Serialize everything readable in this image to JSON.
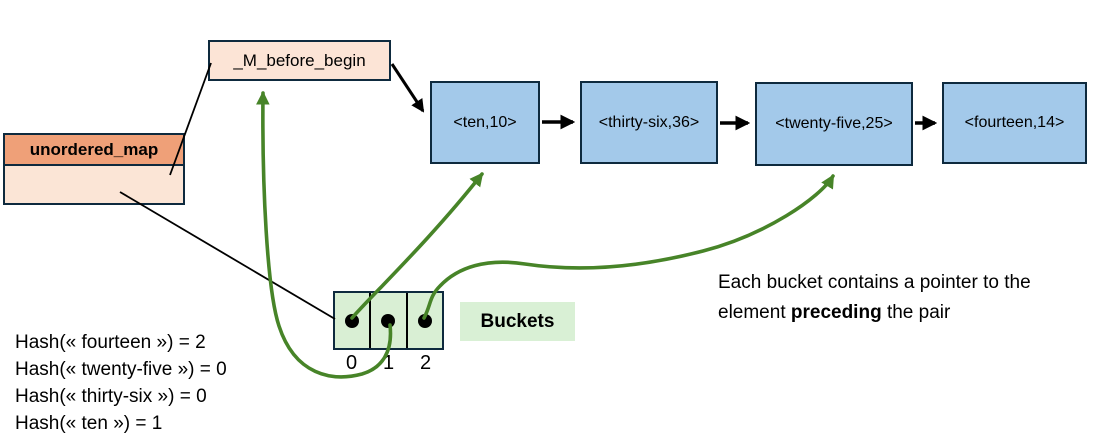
{
  "unordered_map": {
    "title": "unordered_map"
  },
  "before_begin": {
    "label": "_M_before_begin"
  },
  "nodes": [
    {
      "label": "<ten,10>"
    },
    {
      "label": "<thirty-six,36>"
    },
    {
      "label": "<twenty-five,25>"
    },
    {
      "label": "<fourteen,14>"
    }
  ],
  "buckets": {
    "label": "Buckets",
    "indices": [
      "0",
      "1",
      "2"
    ]
  },
  "caption": {
    "line1": "Each bucket contains a pointer to the",
    "line2_prefix": "element ",
    "line2_bold": "preceding",
    "line2_suffix": " the pair"
  },
  "hash_lines": [
    "Hash(« fourteen ») = 2",
    "Hash(« twenty-five ») = 0",
    "Hash(« thirty-six ») = 0",
    "Hash(« ten ») = 1"
  ],
  "colors": {
    "node_fill": "#a3c9ea",
    "node_border": "#0e2a3e",
    "map_header_fill": "#efa078",
    "map_body_fill": "#fbe5d6",
    "before_begin_fill": "#fce4d6",
    "bucket_fill": "#d9efd4",
    "buckets_label_fill": "#d9f0d5",
    "arrow_green": "#478428",
    "arrow_black": "#000000"
  }
}
